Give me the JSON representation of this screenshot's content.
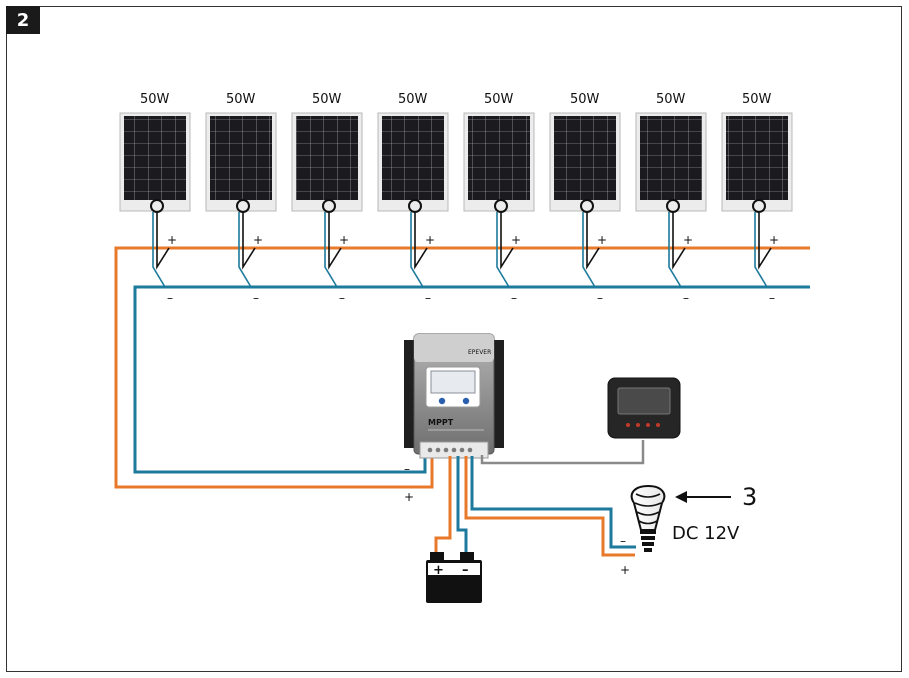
{
  "figure": {
    "number": "2",
    "panel_label": "50W",
    "pos_sign": "+",
    "neg_sign": "–",
    "load_label": "DC 12V",
    "callout": "3",
    "controller_logo": "EPEVER",
    "controller_model": "MPPT",
    "battery_pos": "+",
    "battery_neg": "–"
  },
  "colors": {
    "positive_wire": "#e8792b",
    "negative_wire": "#1e7a9c",
    "panel_cell": "#1b1b1f",
    "controller_body": "#8a8a8a"
  }
}
